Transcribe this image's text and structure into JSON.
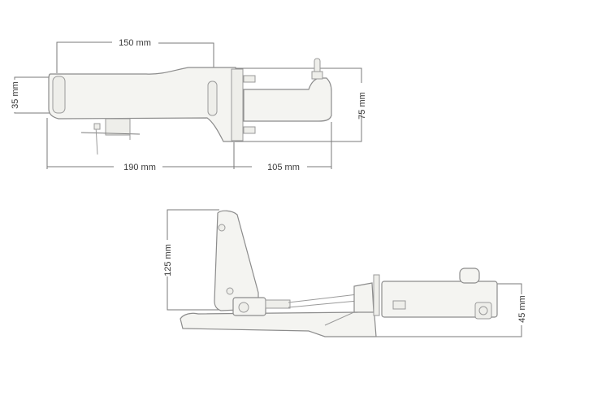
{
  "top_view": {
    "dimensions": {
      "length_upper": "150 mm",
      "height_left": "35 mm",
      "height_right": "75 mm",
      "length_lower_left": "190 mm",
      "length_lower_right": "105 mm"
    }
  },
  "side_view": {
    "dimensions": {
      "height_bracket": "125 mm",
      "height_cylinder": "45 mm"
    }
  },
  "colors": {
    "line": "#8c8c8c",
    "dimension_line": "#7a7a7a",
    "text": "#3a3a3a",
    "background": "#ffffff"
  }
}
